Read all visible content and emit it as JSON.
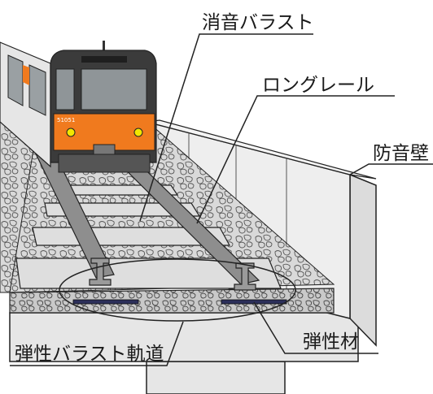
{
  "diagram": {
    "labels": {
      "silent_ballast": "消音バラスト",
      "long_rail": "ロングレール",
      "sound_barrier": "防音壁",
      "elastic_ballast_track": "弾性バラスト軌道",
      "elastic_material": "弾性材"
    },
    "train_number": "51051",
    "colors": {
      "train_body": "#f07a1e",
      "train_front": "#3b3b3b",
      "window": "#8f9598",
      "headlight": "#f2e600",
      "rail": "#8e8e8e",
      "ballast": "#d9d9d9",
      "sleeper": "#dedede",
      "wall": "#e8e8e8",
      "elastic_pad": "#2c2f5a"
    }
  }
}
